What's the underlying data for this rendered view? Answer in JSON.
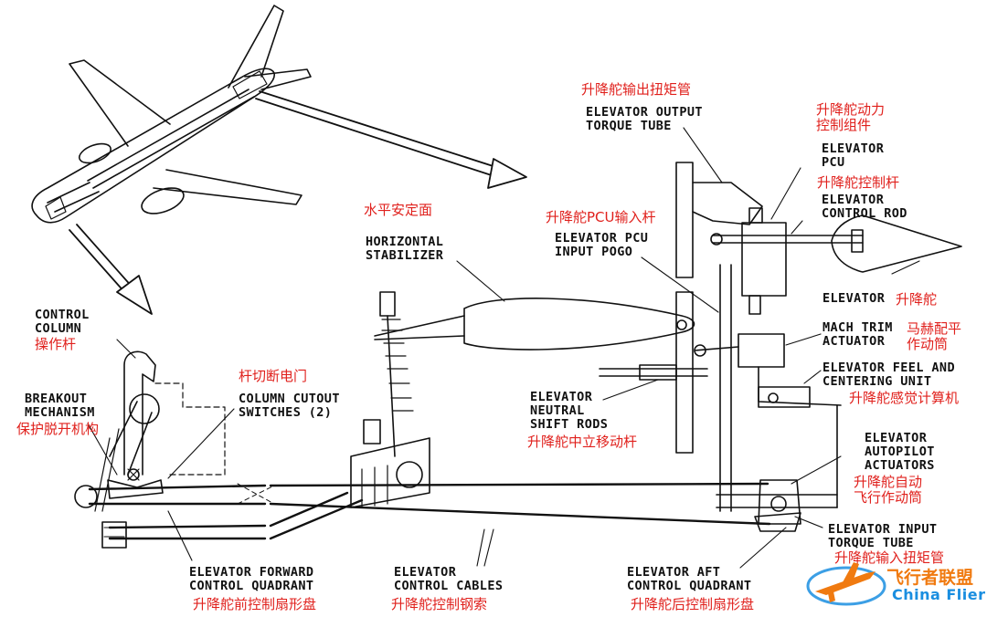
{
  "labels": {
    "output_tube": "ELEVATOR OUTPUT\nTORQUE TUBE",
    "output_tube_cn": "升降舵输出扭矩管",
    "pcu": "ELEVATOR\nPCU",
    "pcu_cn": "升降舵动力\n控制组件",
    "control_rod": "ELEVATOR\nCONTROL ROD",
    "control_rod_cn": "升降舵控制杆",
    "h_stab": "HORIZONTAL\nSTABILIZER",
    "h_stab_cn": "水平安定面",
    "pcu_pogo": "ELEVATOR PCU\nINPUT POGO",
    "pcu_pogo_cn": "升降舵PCU输入杆",
    "elevator": "ELEVATOR",
    "elevator_cn": "升降舵",
    "mach_trim": "MACH TRIM\nACTUATOR",
    "mach_trim_cn": "马赫配平\n作动筒",
    "feel_unit": "ELEVATOR FEEL AND\nCENTERING UNIT",
    "feel_unit_cn": "升降舵感觉计算机",
    "column": "CONTROL\nCOLUMN",
    "column_cn": "操作杆",
    "breakout": "BREAKOUT\nMECHANISM",
    "breakout_cn": "保护脱开机构",
    "cutout": "COLUMN CUTOUT\nSWITCHES (2)",
    "cutout_cn": "杆切断电门",
    "neutral": "ELEVATOR\nNEUTRAL\nSHIFT RODS",
    "neutral_cn": "升降舵中立移动杆",
    "autopilot": "ELEVATOR\nAUTOPILOT\nACTUATORS",
    "autopilot_cn": "升降舵自动\n飞行作动筒",
    "input_tube": "ELEVATOR INPUT\nTORQUE TUBE",
    "input_tube_cn": "升降舵输入扭矩管",
    "fwd_quadrant": "ELEVATOR FORWARD\nCONTROL QUADRANT",
    "fwd_quadrant_cn": "升降舵前控制扇形盘",
    "cables": "ELEVATOR\nCONTROL CABLES",
    "cables_cn": "升降舵控制钢索",
    "aft_quadrant": "ELEVATOR AFT\nCONTROL QUADRANT",
    "aft_quadrant_cn": "升降舵后控制扇形盘"
  },
  "watermark": {
    "cn": "飞行者联盟",
    "en": "China Flier",
    "logo_color": "#f07a10",
    "text_color": "#1a8ee0"
  },
  "colors": {
    "chinese_label": "#e0201c",
    "line": "#111111"
  }
}
